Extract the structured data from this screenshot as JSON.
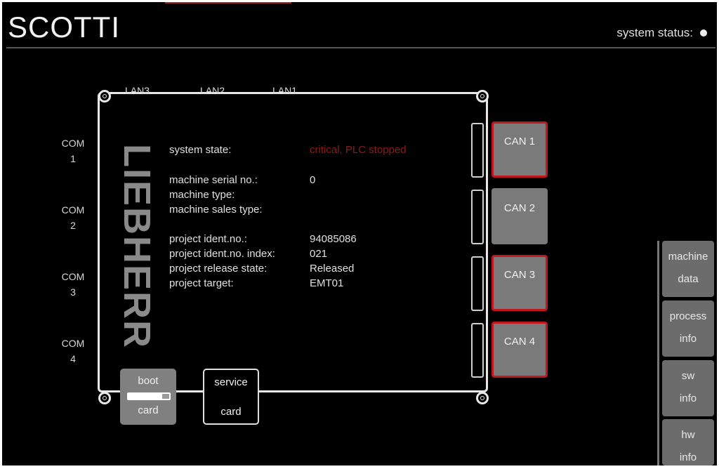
{
  "header": {
    "title": "SCOTTI",
    "system_status_label": "system status:"
  },
  "lan_ports": [
    "LAN3",
    "LAN2",
    "LAN1"
  ],
  "com_ports": [
    {
      "label": "COM",
      "num": "1"
    },
    {
      "label": "COM",
      "num": "2"
    },
    {
      "label": "COM",
      "num": "3"
    },
    {
      "label": "COM",
      "num": "4"
    }
  ],
  "logo_text": "LIEBHERR",
  "info": {
    "system_state_label": "system state:",
    "system_state_value": "critical, PLC stopped",
    "serial_label": "machine serial no.:",
    "serial_value": "0",
    "type_label": "machine type:",
    "sales_type_label": "machine sales type:",
    "ident_label": "project ident.no.:",
    "ident_value": "94085086",
    "ident_index_label": "project ident.no. index:",
    "ident_index_value": "021",
    "release_label": "project release state:",
    "release_value": "Released",
    "target_label": "project target:",
    "target_value": "EMT01"
  },
  "can_buttons": [
    {
      "label": "CAN 1",
      "alert": true
    },
    {
      "label": "CAN 2",
      "alert": false
    },
    {
      "label": "CAN 3",
      "alert": true
    },
    {
      "label": "CAN 4",
      "alert": true
    }
  ],
  "cards": {
    "boot_line1": "boot",
    "boot_line2": "card",
    "service_line1": "service",
    "service_line2": "card"
  },
  "side_menu": [
    {
      "l1": "machine",
      "l2": "data"
    },
    {
      "l1": "process",
      "l2": "info"
    },
    {
      "l1": "sw",
      "l2": "info"
    },
    {
      "l1": "hw",
      "l2": "info"
    }
  ],
  "colors": {
    "background": "#000000",
    "alert_border": "#c0161c",
    "critical_text": "#8c1a1a",
    "button_gray": "#7a7a7a"
  }
}
